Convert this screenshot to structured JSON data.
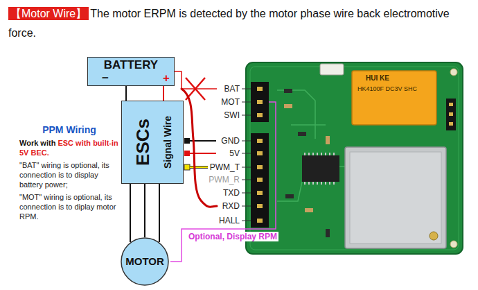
{
  "diagram": {
    "nodes": [
      {
        "text": [
          "BATTERY",
          "−",
          "+"
        ]
      },
      {
        "text": [
          "ESCs",
          "Signal Wire"
        ]
      },
      {
        "text": [
          "MOTOR"
        ]
      }
    ],
    "edges": [
      {
        "from": 0,
        "to": 1,
        "arrow": "none"
      },
      {
        "from": 0,
        "to": 1,
        "arrow": "none"
      },
      {
        "from": 1,
        "to": 2,
        "arrow": "none"
      },
      {
        "from": 1,
        "to": 2,
        "arrow": "none"
      },
      {
        "from": 1,
        "to": 2,
        "arrow": "none"
      }
    ],
    "labels": [
      "【Motor Wire】",
      "The motor ERPM is detected by the motor phase wire back electromotive force.",
      "PPM Wiring",
      "Work with",
      "ESC with built-in 5V BEC.",
      "\"BAT\" wiring is optional, its connection is to display battery power;",
      "\"MOT\" wiring is optional, its connection is to diplay motor RPM.",
      "BAT",
      "MOT",
      "SWI",
      "GND",
      "5V",
      "PWM_T",
      "PWM_R",
      "TXD",
      "RXD",
      "HALL",
      "Optional, Display RPM",
      "HUI KE",
      "HK4100F DC3V SHC"
    ]
  }
}
